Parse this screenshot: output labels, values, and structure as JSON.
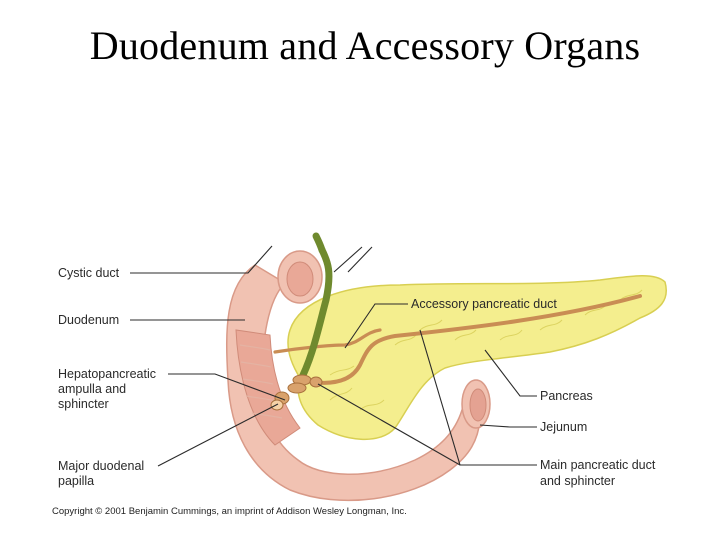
{
  "slide": {
    "title": "Duodenum and Accessory Organs"
  },
  "labels": {
    "cystic_duct": "Cystic duct",
    "duodenum": "Duodenum",
    "hepatopancreatic_1": "Hepatopancreatic",
    "hepatopancreatic_2": "ampulla and",
    "hepatopancreatic_3": "sphincter",
    "major_papilla_1": "Major duodenal",
    "major_papilla_2": "papilla",
    "accessory_duct": "Accessory pancreatic duct",
    "pancreas": "Pancreas",
    "jejunum": "Jejunum",
    "main_duct_1": "Main pancreatic duct",
    "main_duct_2": "and sphincter"
  },
  "copyright": "Copyright © 2001 Benjamin Cummings, an imprint of Addison Wesley Longman, Inc.",
  "colors": {
    "duodenum": "#f1c2b2",
    "duodenum_dark": "#d99a88",
    "pancreas": "#f4ee8e",
    "pancreas_dark": "#d8cf52",
    "bile_duct": "#6f8a2e",
    "pancreatic_duct": "#c98d54"
  }
}
